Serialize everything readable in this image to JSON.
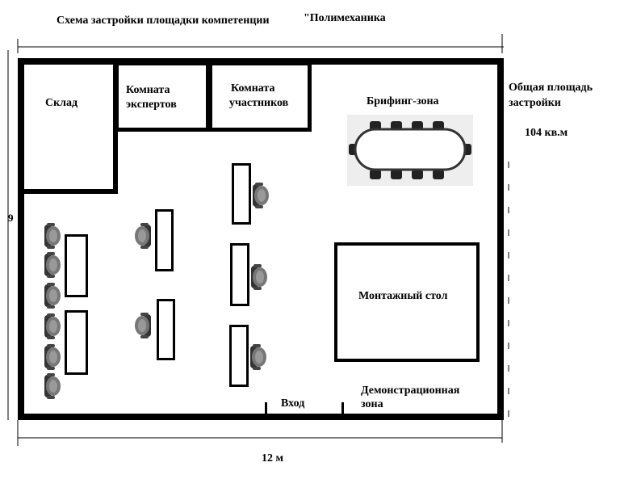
{
  "title": "Схема застройки площадки компетенции",
  "title_quote": "\"Полимеханика",
  "area_label_line1": "Общая площадь",
  "area_label_line2": "застройки",
  "area_value": "104 кв.м",
  "dim_height": "9",
  "dim_width": "12 м",
  "rooms": {
    "sklad": "Склад",
    "experts_line1": "Комната",
    "experts_line2": "экспертов",
    "participants_line1": "Комната",
    "participants_line2": "участников",
    "briefing": "Брифинг-зона",
    "assembly_table": "Монтажный стол",
    "entrance": "Вход",
    "demo_line1": "Демонстрационная",
    "demo_line2": "зона"
  }
}
